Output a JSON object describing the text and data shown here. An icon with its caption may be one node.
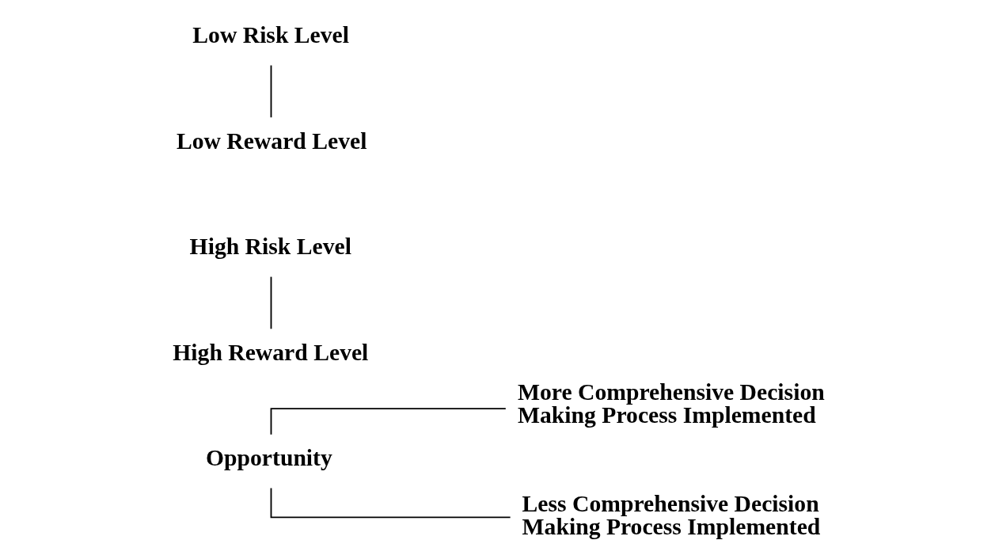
{
  "diagram": {
    "nodes": [
      {
        "text": [
          "Opportunity"
        ]
      },
      {
        "text": [
          "High Risk Level"
        ]
      },
      {
        "text": [
          "More Comprehensive Decision Making Process Implemented"
        ]
      },
      {
        "text": [
          "High Reward Level"
        ]
      },
      {
        "text": [
          "Low Risk Level"
        ]
      },
      {
        "text": [
          "Less Comprehensive Decision Making Process Implemented"
        ]
      },
      {
        "text": [
          "Low Reward Level"
        ]
      }
    ],
    "edges": [
      {
        "from": 0,
        "to": 2,
        "arrow": "none"
      },
      {
        "from": 0,
        "to": 5,
        "arrow": "none"
      },
      {
        "from": 1,
        "to": 3,
        "arrow": "none"
      },
      {
        "from": 4,
        "to": 6,
        "arrow": "none"
      }
    ]
  }
}
